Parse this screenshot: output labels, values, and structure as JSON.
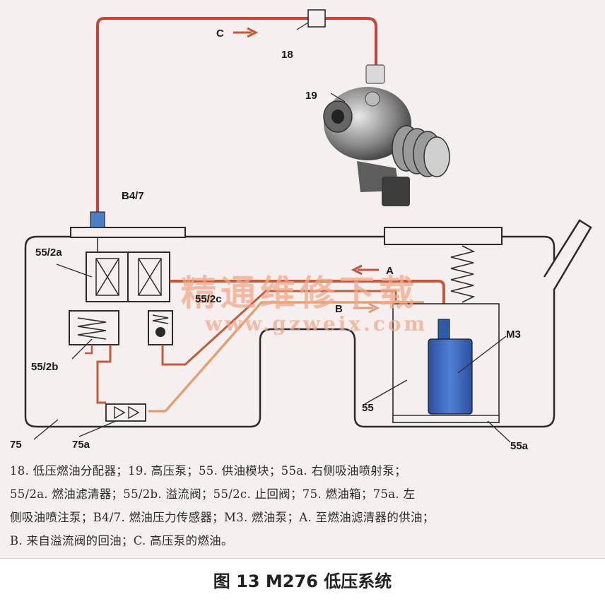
{
  "labels": {
    "c": "C",
    "n18": "18",
    "n19": "19",
    "b47": "B4/7",
    "n55_2a": "55/2a",
    "n55_2c": "55/2c",
    "a": "A",
    "b": "B",
    "m3": "M3",
    "n55_2b": "55/2b",
    "n55": "55",
    "n75": "75",
    "n75a": "75a",
    "n55a": "55a"
  },
  "watermark": {
    "cn": "精通维修下载",
    "url": "www.gzweix.com"
  },
  "caption": {
    "line1": "18. 低压燃油分配器；19. 高压泵；55. 供油模块；55a. 右侧吸油喷射泵；",
    "line2": "55/2a. 燃油滤清器；55/2b. 溢流阀；55/2c. 止回阀；75. 燃油箱；75a. 左",
    "line3": "侧吸油喷注泵；B4/7. 燃油压力传感器；M3. 燃油泵；A. 至燃油滤清器的供油；",
    "line4": "B. 来自溢流阀的回油；C. 高压泵的燃油。"
  },
  "figure_title": "图 13 M276 低压系统",
  "colors": {
    "high_pressure_line": "#c8433a",
    "supply_line": "#c45a3a",
    "return_line": "#e3a072",
    "pump_blue": "#3a63b8",
    "sensor_blue": "#4a7fc6"
  }
}
